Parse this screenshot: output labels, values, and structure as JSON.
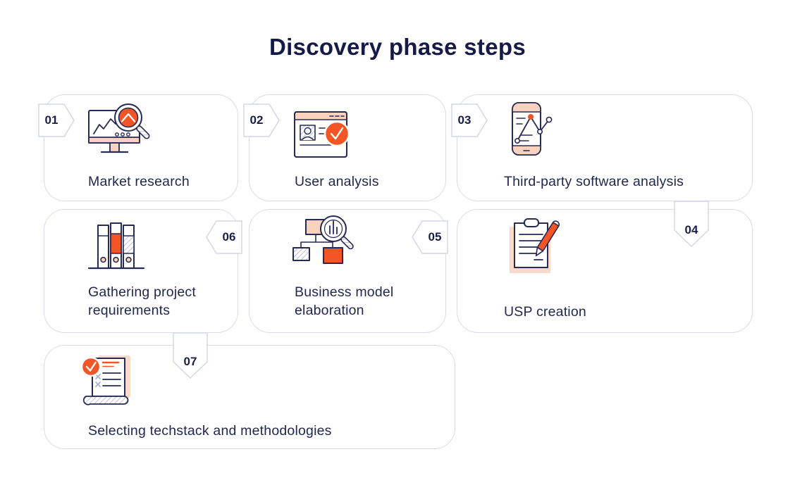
{
  "title": "Discovery phase steps",
  "colors": {
    "navy_text": "#23274f",
    "title_navy": "#161a46",
    "accent_orange": "#f45526",
    "peach": "#f8d2bf",
    "peach_shadow": "#fad9c8",
    "card_border": "#dbdcea",
    "hatch": "#a6abc9"
  },
  "steps": [
    {
      "number": "01",
      "label": "Market research",
      "icon": "monitor-magnifier-icon"
    },
    {
      "number": "02",
      "label": "User analysis",
      "icon": "browser-user-check-icon"
    },
    {
      "number": "03",
      "label": "Third-party software analysis",
      "icon": "phone-chart-icon"
    },
    {
      "number": "04",
      "label": "USP creation",
      "icon": "clipboard-pen-icon"
    },
    {
      "number": "05",
      "label": "Business model elaboration",
      "icon": "flowchart-magnifier-icon"
    },
    {
      "number": "06",
      "label": "Gathering project requirements",
      "icon": "binders-icon"
    },
    {
      "number": "07",
      "label": "Selecting techstack and methodologies",
      "icon": "document-check-icon"
    }
  ]
}
